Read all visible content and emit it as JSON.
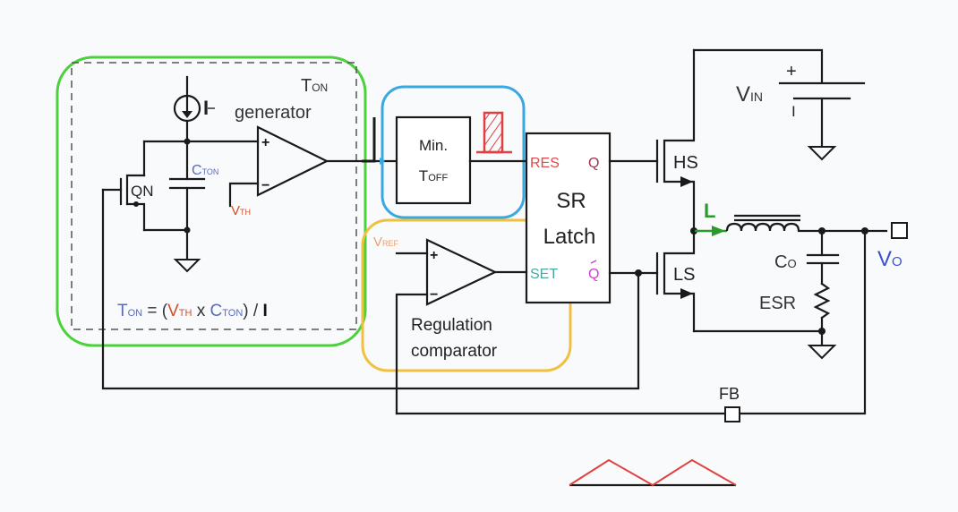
{
  "title": "Constant on-time buck converter block diagram",
  "colors": {
    "ton_generator": "#4cd13c",
    "min_toff": "#3aa8e0",
    "regulation": "#f0c040",
    "ton_label": "#5a6bb8",
    "vth_label": "#d0502a",
    "ctont_label": "#5a6bb8",
    "res_label": "#e04a4a",
    "set_label": "#4aa8a0",
    "q_label": "#a03050",
    "qbar_label": "#d040d0",
    "inductor_label": "#2a9a2a",
    "vo_label": "#3a50d0",
    "ripple": "#e04040"
  },
  "ton_generator": {
    "title_main": "T",
    "title_sub": "ON",
    "subtitle": "generator",
    "current_source": "I",
    "transistor": "QN",
    "capacitor": "C",
    "capacitor_sub": "TON",
    "threshold": "V",
    "threshold_sub": "TH",
    "formula": {
      "ton": "T",
      "ton_sub": "ON",
      "eq": " = (",
      "vth": "V",
      "vth_sub": "TH",
      "times": " x ",
      "cton": "C",
      "cton_sub": "TON",
      "close": ") / ",
      "current": "I"
    }
  },
  "min_toff": {
    "line1": "Min.",
    "line2_main": "T",
    "line2_sub": "OFF"
  },
  "sr_latch": {
    "line1": "SR",
    "line2": "Latch",
    "res": "RES",
    "set": "SET",
    "q": "Q",
    "qbar": "Q"
  },
  "regulation": {
    "vref": "V",
    "vref_sub": "REF",
    "line1": "Regulation",
    "line2": "comparator"
  },
  "power_stage": {
    "vin": "V",
    "vin_sub": "IN",
    "plus": "+",
    "minus": "I",
    "hs": "HS",
    "ls": "LS",
    "inductor": "L",
    "co": "C",
    "co_sub": "O",
    "esr": "ESR",
    "vo": "V",
    "vo_sub": "O",
    "fb": "FB"
  },
  "opamp_signs": {
    "plus": "+",
    "minus": "−"
  }
}
